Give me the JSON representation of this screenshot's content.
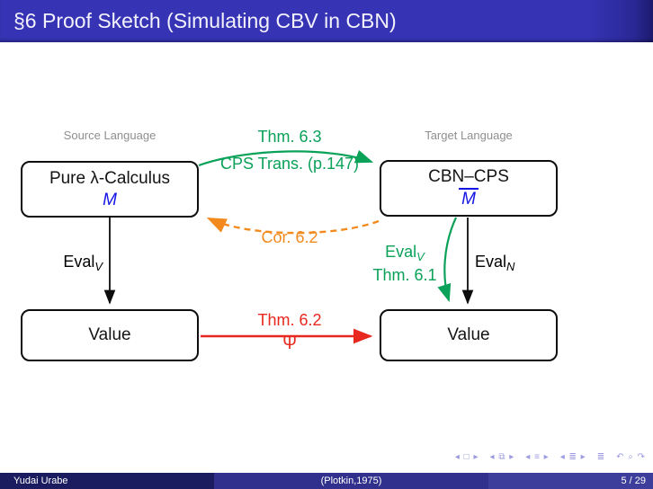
{
  "title": "§6 Proof Sketch (Simulating CBV in CBN)",
  "colors": {
    "title_bar": "#3634b4",
    "structure_green": "#0aa159",
    "structure_orange": "#f28a1e",
    "structure_red": "#e8281e",
    "math_blue": "#1414e6",
    "footer_author_bg": "#1b1b60",
    "footer_center_bg": "#31318d",
    "footer_page_bg": "#3d3d9c"
  },
  "diagram": {
    "source_language_label": "Source Language",
    "target_language_label": "Target Language",
    "boxes": {
      "source": {
        "line1": "Pure λ-Calculus",
        "math": "M"
      },
      "target": {
        "line1": "CBN–CPS",
        "math": "M"
      },
      "value_left": {
        "line1": "Value"
      },
      "value_right": {
        "line1": "Value"
      }
    },
    "arrows": {
      "cps": {
        "label_top": "Thm. 6.3",
        "label_bottom": "CPS Trans. (p.147)"
      },
      "cor": {
        "label": "Cor. 6.2"
      },
      "eval_left": {
        "base": "Eval",
        "sub": "V"
      },
      "eval_mid": {
        "line1_base": "Eval",
        "line1_sub": "V",
        "line2": "Thm. 6.1"
      },
      "eval_right": {
        "base": "Eval",
        "sub": "N"
      },
      "psi": {
        "label_top": "Thm. 6.2",
        "label_bottom": "Ψ"
      }
    }
  },
  "nav": {
    "groups": [
      {
        "name": "slide-nav",
        "glyphs": "◂ □ ▸"
      },
      {
        "name": "frame-nav",
        "glyphs": "◂ ⧉ ▸"
      },
      {
        "name": "subsection-nav",
        "glyphs": "◂ ≡ ▸"
      },
      {
        "name": "section-nav",
        "glyphs": "◂ ≣ ▸"
      },
      {
        "name": "document-nav",
        "glyphs": "≣"
      },
      {
        "name": "search-nav",
        "glyphs": "↶ ⌕ ↷"
      }
    ]
  },
  "footer": {
    "author": "Yudai Urabe",
    "center": "(Plotkin,1975)",
    "page": "5 / 29"
  }
}
